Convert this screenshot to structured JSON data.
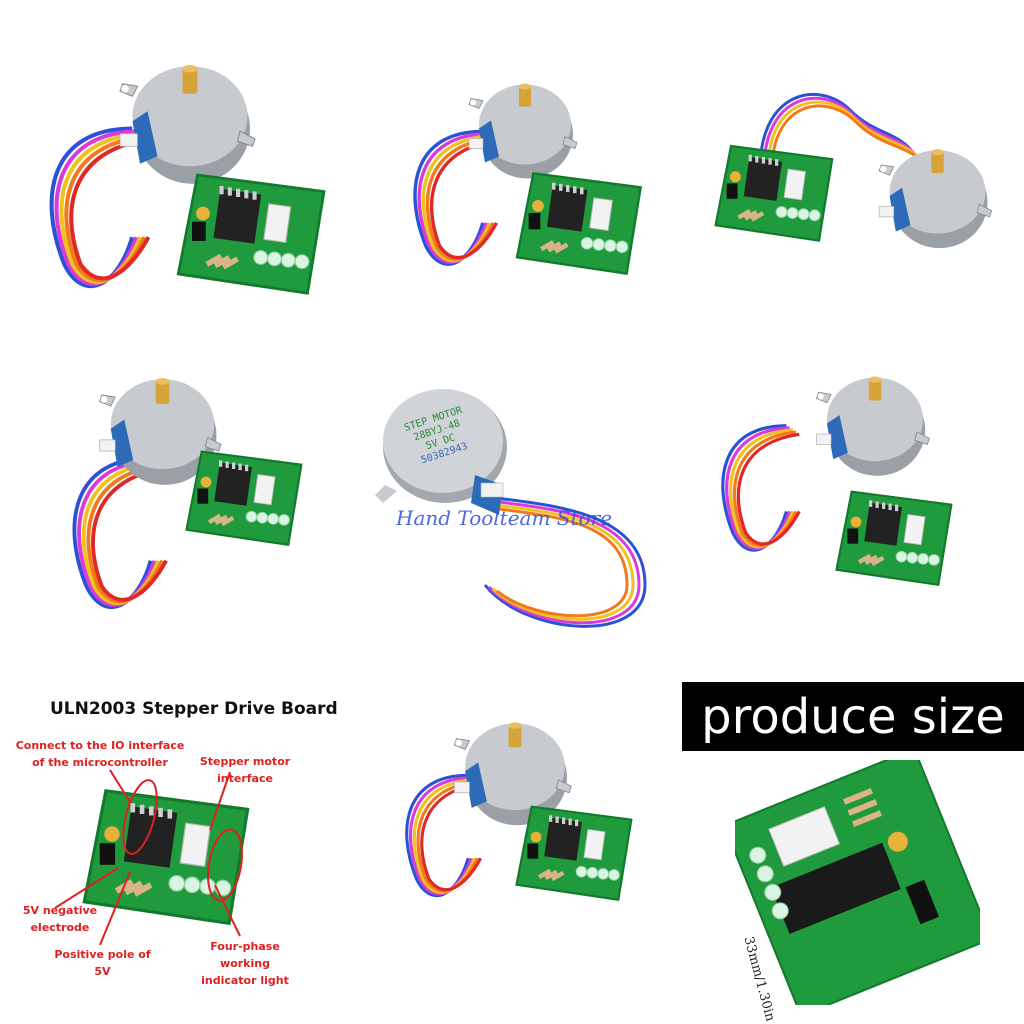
{
  "watermark": "Hand Toolteam Store",
  "motor_label": {
    "line1": "STEP MOTOR",
    "line2": "28BYJ-48",
    "line3": "5V DC",
    "line4": "50382943"
  },
  "diagram": {
    "title": "ULN2003 Stepper Drive Board",
    "callouts": {
      "io_interface": "Connect to the IO interface\nof the microcontroller",
      "motor_interface": "Stepper motor interface",
      "negative": "5V negative electrode",
      "positive": "Positive pole of 5V",
      "indicator": "Four-phase working\nindicator light"
    }
  },
  "size_panel": {
    "banner": "produce size",
    "dimension": "33mm/1.30in"
  },
  "colors": {
    "pcb": "#1f9a3c",
    "motor_body": "#b7bcc2",
    "motor_cover": "#2d6bb8",
    "callout_red": "#e02020"
  }
}
